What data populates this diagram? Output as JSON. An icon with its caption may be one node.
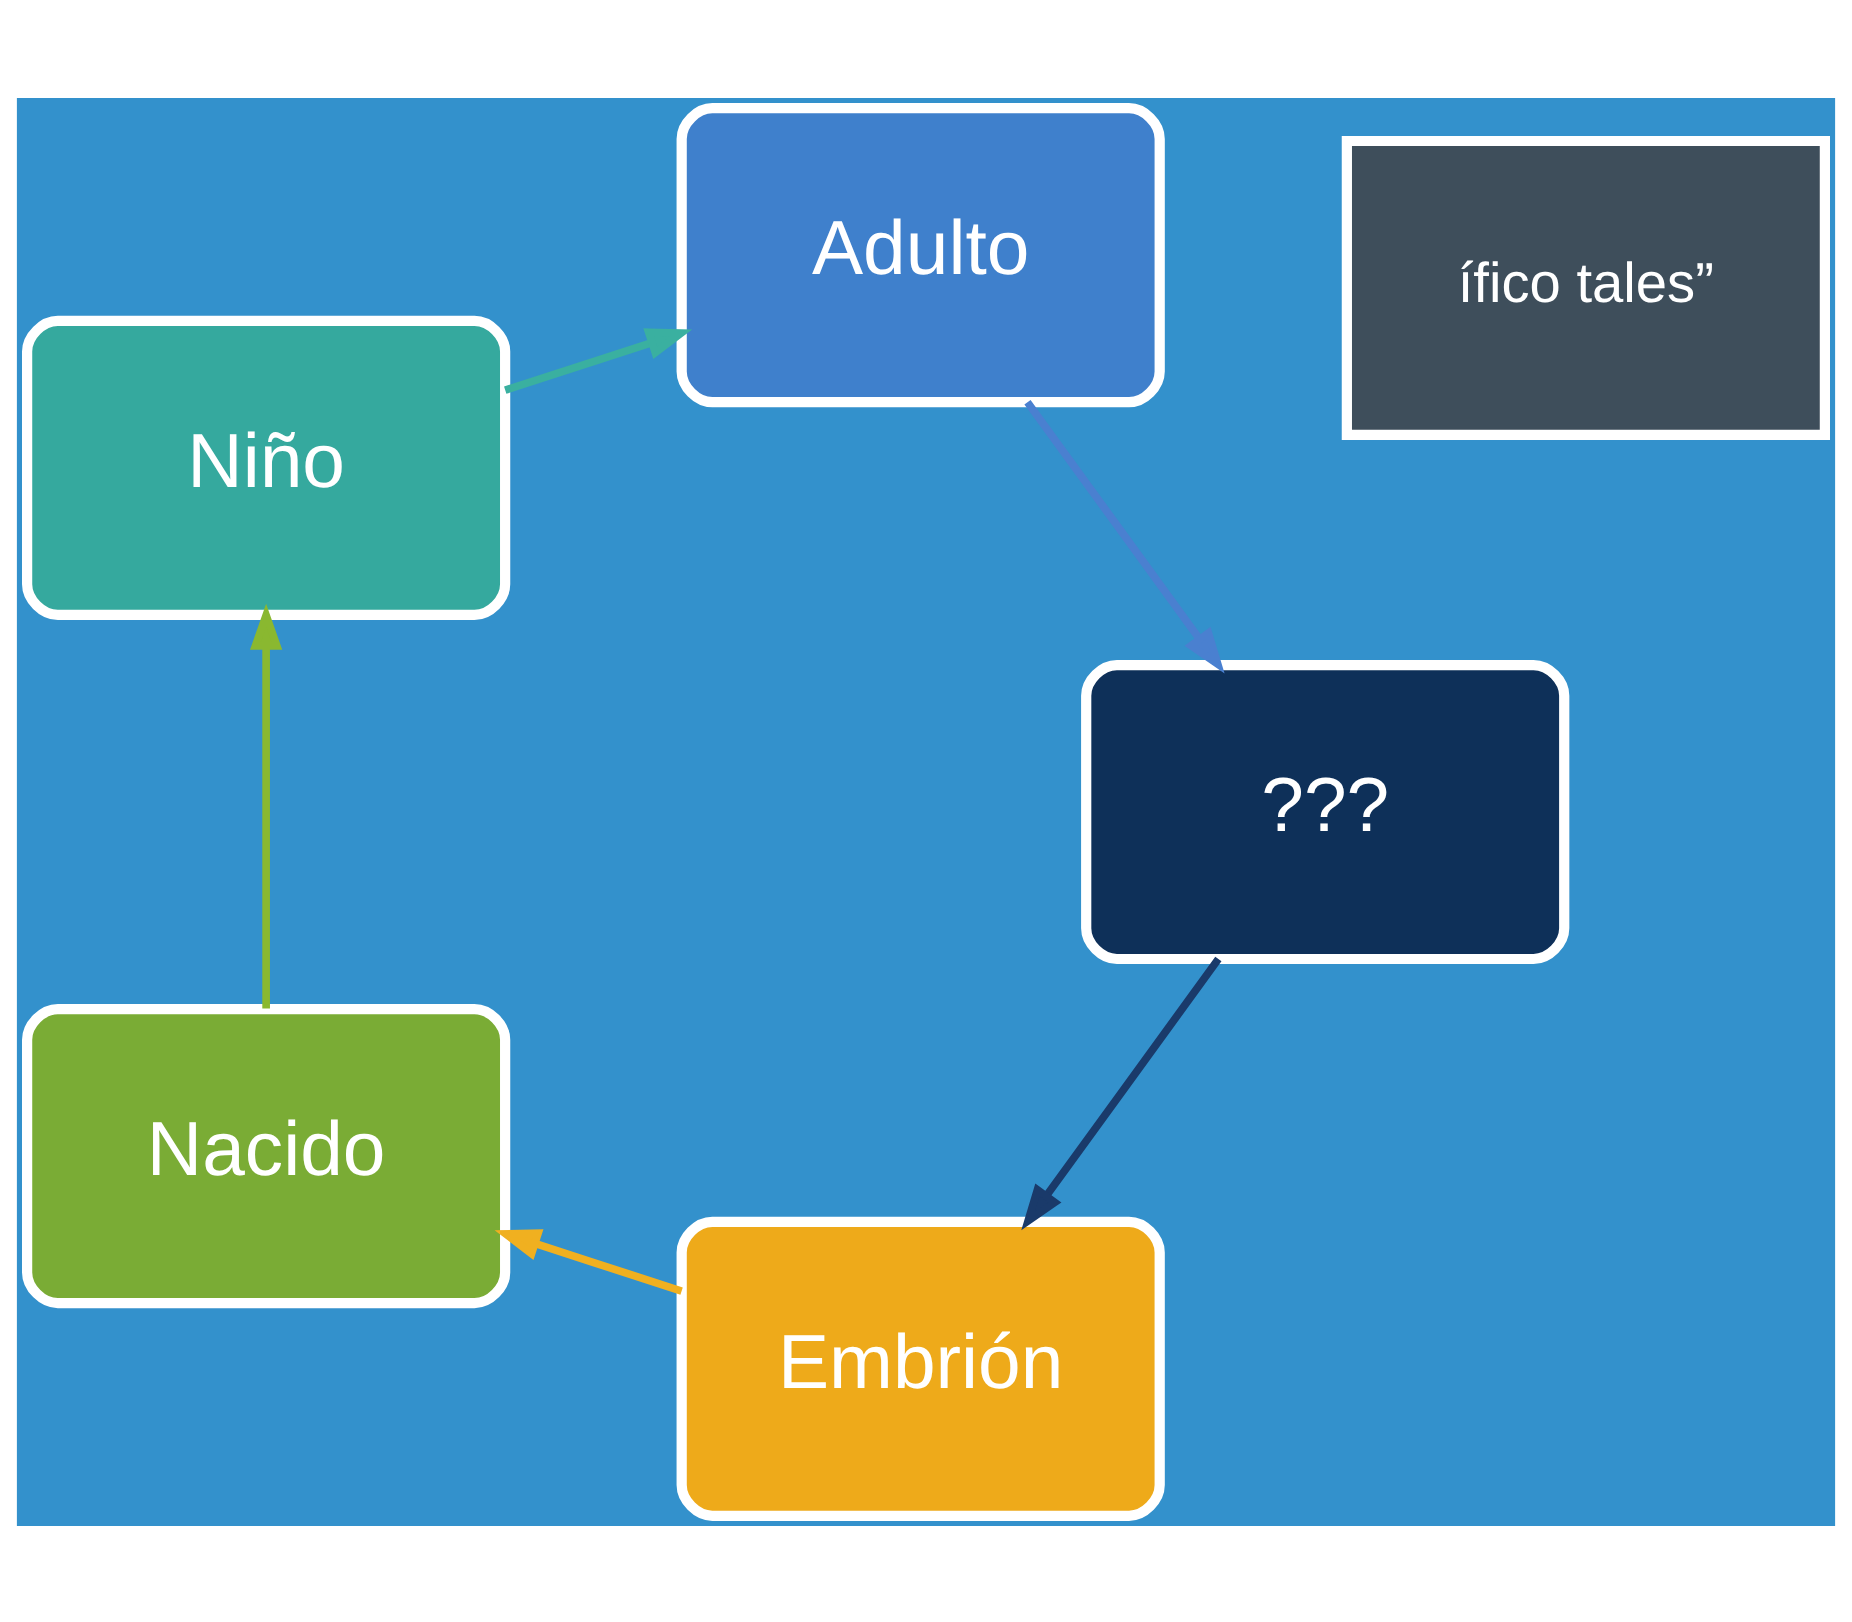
{
  "diagram": {
    "nodes": [
      {
        "text": [
          "ífico tales”"
        ]
      },
      {
        "text": [
          "Embrión"
        ]
      },
      {
        "text": [
          "Nacido"
        ]
      },
      {
        "text": [
          "Niño"
        ]
      },
      {
        "text": [
          "Adulto"
        ]
      },
      {
        "text": [
          "???"
        ]
      }
    ],
    "edges": [
      {
        "from": 1,
        "to": 2,
        "arrow": "to",
        "color": "#f0b020"
      },
      {
        "from": 2,
        "to": 3,
        "arrow": "to",
        "color": "#8ab830"
      },
      {
        "from": 3,
        "to": 4,
        "arrow": "to",
        "color": "#3ab0a0"
      },
      {
        "from": 4,
        "to": 5,
        "arrow": "to",
        "color": "#4a80d0"
      },
      {
        "from": 5,
        "to": 1,
        "arrow": "to",
        "color": "#1a3a6a"
      }
    ]
  }
}
